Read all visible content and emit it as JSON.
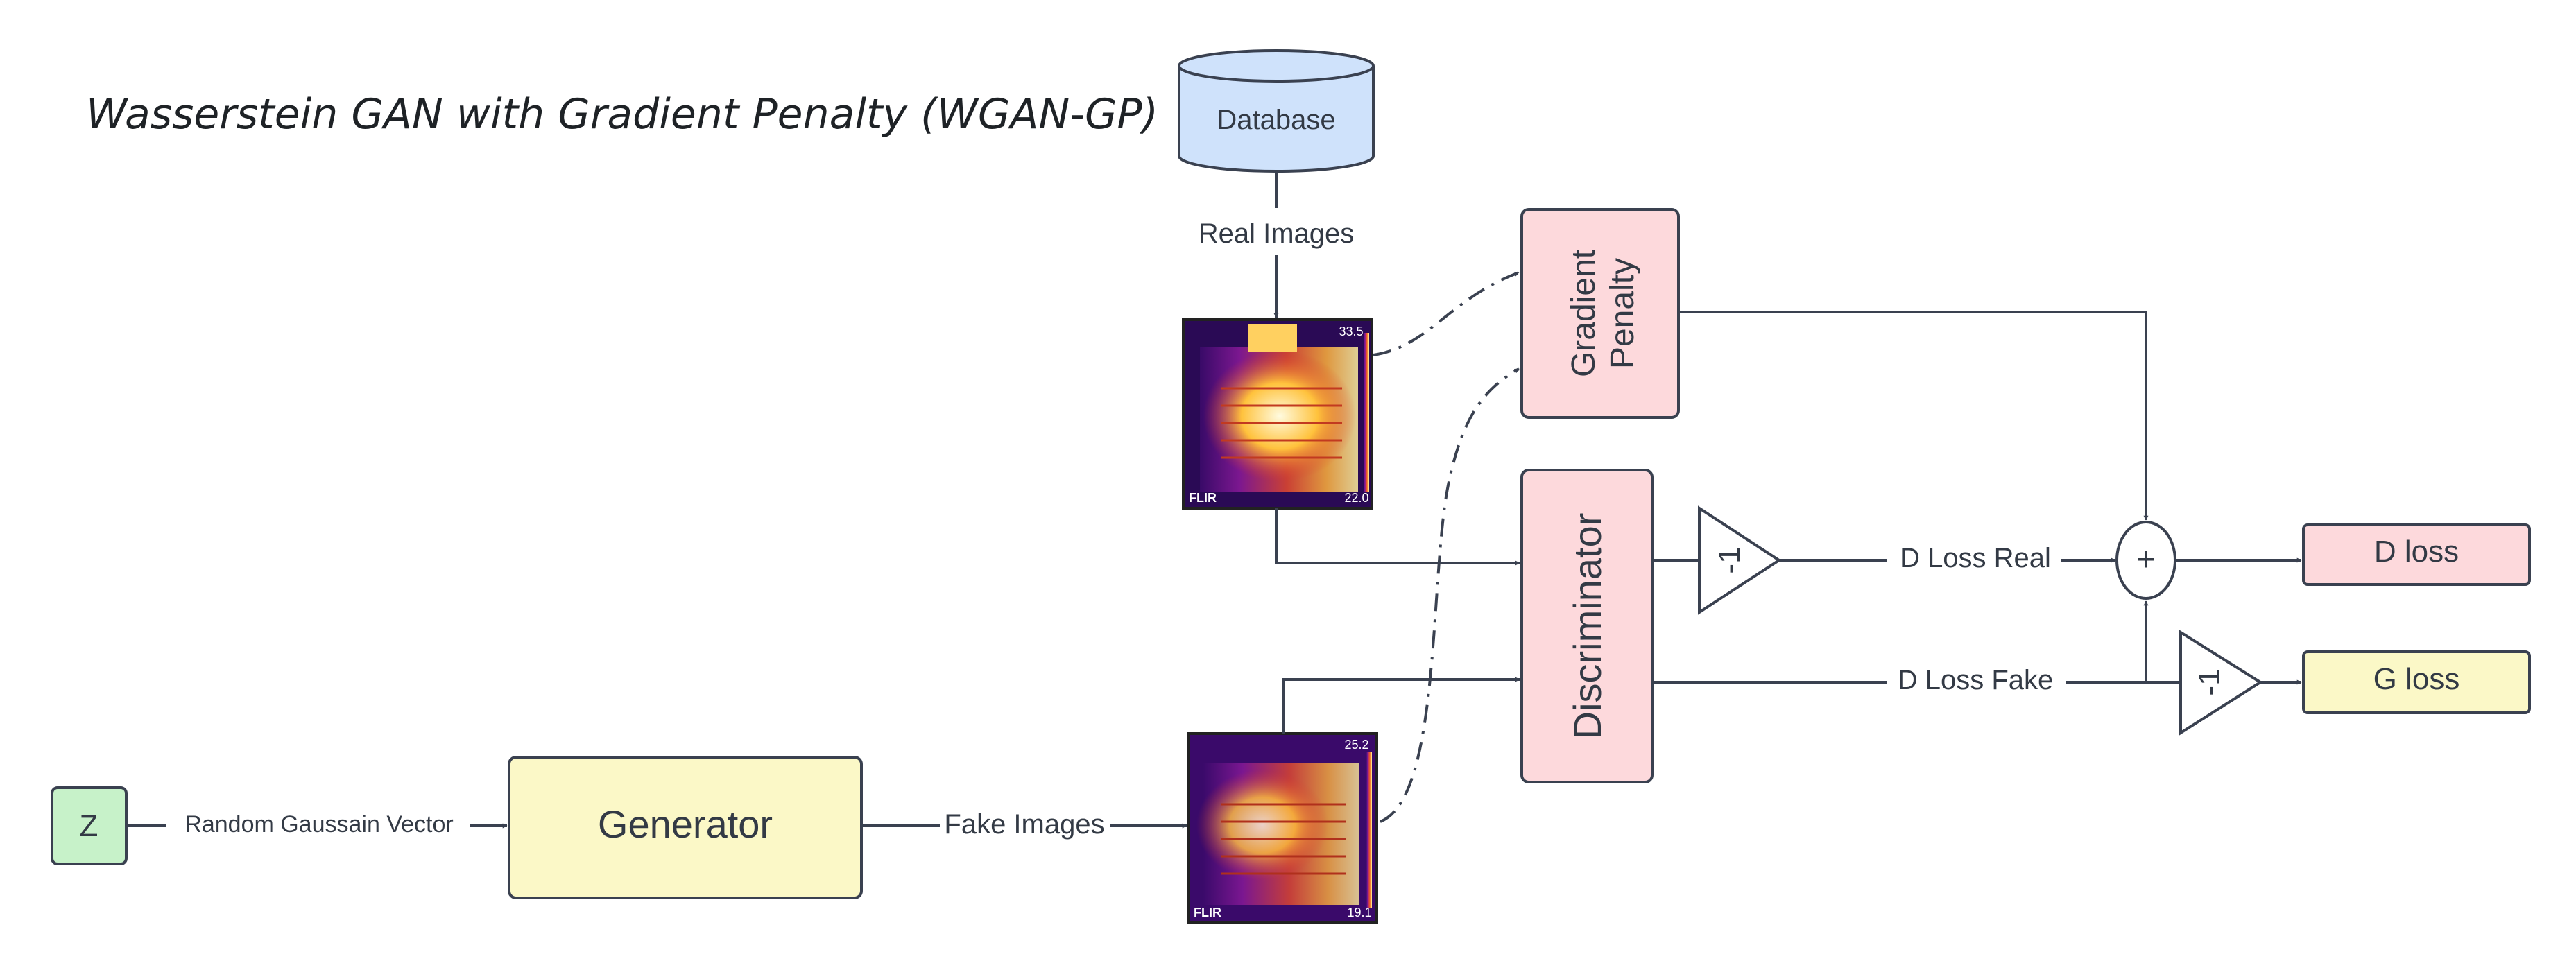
{
  "title": "Wasserstein GAN with Gradient Penalty (WGAN-GP)",
  "nodes": {
    "database": "Database",
    "z": "Z",
    "generator": "Generator",
    "gradient_penalty_line1": "Gradient",
    "gradient_penalty_line2": "Penalty",
    "discriminator": "Discriminator",
    "neg_one_top": "-1",
    "neg_one_bottom": "-1",
    "sum": "+",
    "d_loss": "D loss",
    "g_loss": "G loss"
  },
  "edge_labels": {
    "real_images": "Real Images",
    "random_vector": "Random Gaussain Vector",
    "fake_images": "Fake Images",
    "d_loss_real": "D Loss Real",
    "d_loss_fake": "D Loss Fake"
  },
  "thermal_images": {
    "real": {
      "brand": "FLIR",
      "max_temp": "33.5",
      "min_temp": "22.0"
    },
    "fake": {
      "brand": "FLIR",
      "max_temp": "25.2",
      "min_temp": "19.1"
    }
  },
  "colors": {
    "database_fill": "#cfe2fb",
    "generator_fill": "#fbf8c7",
    "z_fill": "#c7f2c9",
    "discriminator_fill": "#fdd9dc",
    "d_loss_fill": "#fdd9dc",
    "g_loss_fill": "#fbf8c7",
    "stroke": "#3a4150"
  }
}
